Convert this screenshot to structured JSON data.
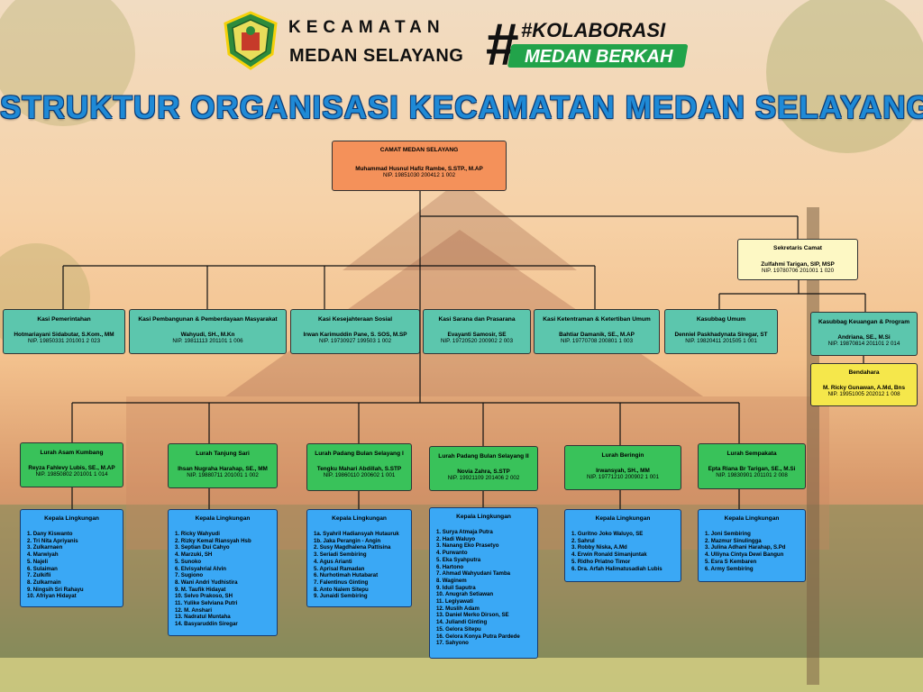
{
  "header": {
    "line1": "KECAMATAN",
    "line2": "MEDAN SELAYANG",
    "hashtag1": "#KOLABORASI",
    "hashtag2": "MEDAN BERKAH"
  },
  "title": "STRUKTUR ORGANISASI KECAMATAN MEDAN SELAYANG",
  "colors": {
    "camat": "#f4915a",
    "sekretaris": "#fdf8c4",
    "kasi": "#5cc6ad",
    "bendahara": "#f5e74b",
    "lurah": "#39c25a",
    "kepala_lingkungan": "#3aa8f5",
    "title": "#1f8ad6"
  },
  "camat": {
    "title": "CAMAT MEDAN SELAYANG",
    "name": "Muhammad Husnul Hafiz Rambe, S.STP., M.AP",
    "nip": "NIP. 19851030 200412 1 002"
  },
  "sekretaris": {
    "title": "Sekretaris Camat",
    "name": "Zulfahmi Tarigan, SIP, MSP",
    "nip": "NIP. 19780706 201001 1 020"
  },
  "kasi": [
    {
      "title": "Kasi Pemerintahan",
      "name": "Hotmariayani Sidabutar, S.Kom., MM",
      "nip": "NIP. 19850331 201001 2 023"
    },
    {
      "title": "Kasi Pembangunan & Pemberdayaan Masyarakat",
      "name": "Wahyudi, SH., M.Kn",
      "nip": "NIP. 19811113 201101 1 006"
    },
    {
      "title": "Kasi Kesejahteraan Sosial",
      "name": "Irwan Karimuddin Pane, S. SOS, M.SP",
      "nip": "NIP. 19730927 199503 1 002"
    },
    {
      "title": "Kasi Sarana dan Prasarana",
      "name": "Evayanti Samosir, SE",
      "nip": "NIP. 19720520 200902 2 003"
    },
    {
      "title": "Kasi Ketentraman & Ketertiban Umum",
      "name": "Bahtiar Damanik, SE., M.AP",
      "nip": "NIP. 19770708 200801 1 003"
    },
    {
      "title": "Kasubbag Umum",
      "name": "Denniel Paskhadynata Siregar, ST",
      "nip": "NIP. 19820411 201505 1 001"
    },
    {
      "title": "Kasubbag Keuangan & Program",
      "name": "Andriana, SE., M.Si",
      "nip": "NIP. 19870814 201101 2 014"
    }
  ],
  "bendahara": {
    "title": "Bendahara",
    "name": "M. Ricky Gunawan, A.Md, Bns",
    "nip": "NIP. 19951005 202012 1 008"
  },
  "lurah": [
    {
      "title": "Lurah Asam Kumbang",
      "name": "Reyza Fahlevy Lubis, SE., M.AP",
      "nip": "NIP. 19850802 201001 1 014"
    },
    {
      "title": "Lurah Tanjung Sari",
      "name": "Ihsan Nugraha Harahap, SE., MM",
      "nip": "NIP. 19880711 201001 1 002"
    },
    {
      "title": "Lurah Padang Bulan Selayang I",
      "name": "Tengku Mahari Abdillah, S.STP",
      "nip": "NIP. 19860110 200602 1 001"
    },
    {
      "title": "Lurah Padang Bulan Selayang II",
      "name": "Novia Zahra, S.STP",
      "nip": "NIP. 19921109 201406 2 002"
    },
    {
      "title": "Lurah Beringin",
      "name": "Irwansyah, SH., MM",
      "nip": "NIP. 19771210 200902 1 001"
    },
    {
      "title": "Lurah Sempakata",
      "name": "Epta Riana Br Tarigan, SE., M.Si",
      "nip": "NIP. 19830901 201101 2 008"
    }
  ],
  "kepling_label": "Kepala Lingkungan",
  "kepala_lingkungan": [
    [
      "1. Dany Kiswanto",
      "2. Tri Nita Apriyanis",
      "3. Zulkarnaen",
      "4. Marwiyah",
      "5. Najeli",
      "6. Sulaiman",
      "7. Zulkifli",
      "8. Zulkarnain",
      "9. Ningsih Sri Rahayu",
      "10. Afriyan Hidayat"
    ],
    [
      "1. Ricky Wahyudi",
      "2. Rizky Kemal Riansyah Hsb",
      "3. Septian Dui Cahyo",
      "4. Marzuki, SH",
      "5. Sunoko",
      "6. Elvisyahrial Alvin",
      "7. Sugiono",
      "8. Wani Andri Yudhistira",
      "9. M. Taufik Hidayat",
      "10. Selvo Prakoso, SH",
      "11. Yulike Selviana Putri",
      "12. M. Anshari",
      "13. Nadratul Muntaha",
      "14. Basyaruddin Siregar"
    ],
    [
      "1a. Syahril Hadiansyah Hutauruk",
      "1b. Jaka Perangin - Angin",
      "2. Susy Magdhalena Pattisina",
      "3. Seriadi Sembiring",
      "4. Agus Arianti",
      "5. Aprisal Ramadan",
      "6. Nurhotimah Hutabarat",
      "7. Falentinus Ginting",
      "8. Anto Nalem Sitepu",
      "9. Junaidi Sembiring"
    ],
    [
      "1. Surya Atmaja Putra",
      "2. Hadi Waluyo",
      "3. Nanang Eko Prasetyo",
      "4. Purwanto",
      "5. Eka Syahputra",
      "6. Hartono",
      "7. Ahmad Wahyudani Tamba",
      "8. Waginem",
      "9. Iduil Saputra",
      "10. Anugrah Setiawan",
      "11. Legiyawati",
      "12. Muslih Adam",
      "13. Daniel Merko Dirson, SE",
      "14. Juliandi Ginting",
      "15. Gelora Sitepu",
      "16. Gelora Konya Putra Pardede",
      "17. Sahyono"
    ],
    [
      "1. Guritno Joko Waluyo, SE",
      "2. Sahrul",
      "3. Robby Niska, A.Md",
      "4. Erwin Ronald Simanjuntak",
      "5. Ridho Priatno Timor",
      "6. Dra. Arfah Halimatusadiah Lubis"
    ],
    [
      "1. Joni Sembiring",
      "2. Mazmur Sinulingga",
      "3. Julina Adhani Harahap, S.Pd",
      "4. Ulliyna Cintya Dewi Bangun",
      "5. Esra S Kembaren",
      "6. Army Sembiring"
    ]
  ]
}
